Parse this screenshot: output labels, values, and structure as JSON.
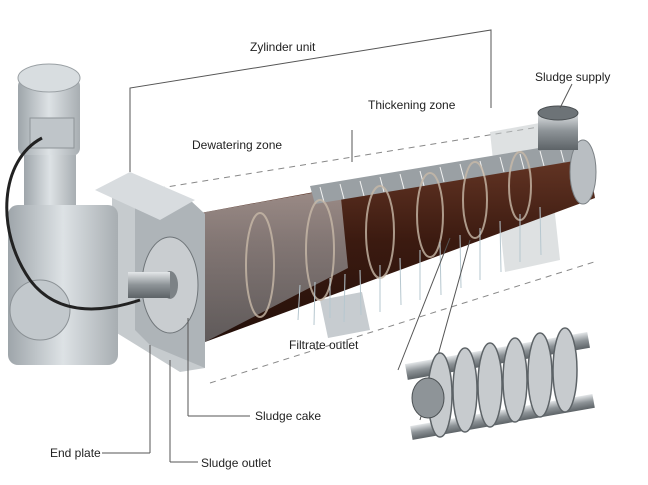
{
  "labels": {
    "cylinder_unit": "Zylinder unit",
    "thickening_zone": "Thickening zone",
    "dewatering_zone": "Dewatering zone",
    "sludge_supply": "Sludge supply",
    "filtrate_outlet": "Filtrate outlet",
    "sludge_cake": "Sludge cake",
    "end_plate": "End plate",
    "sludge_outlet": "Sludge outlet"
  },
  "colors": {
    "motor": "#c9cfd3",
    "frame": "#b7bcc0",
    "sludge": "#4a2418",
    "rings": "#9aa0a4",
    "leader": "#555555"
  }
}
